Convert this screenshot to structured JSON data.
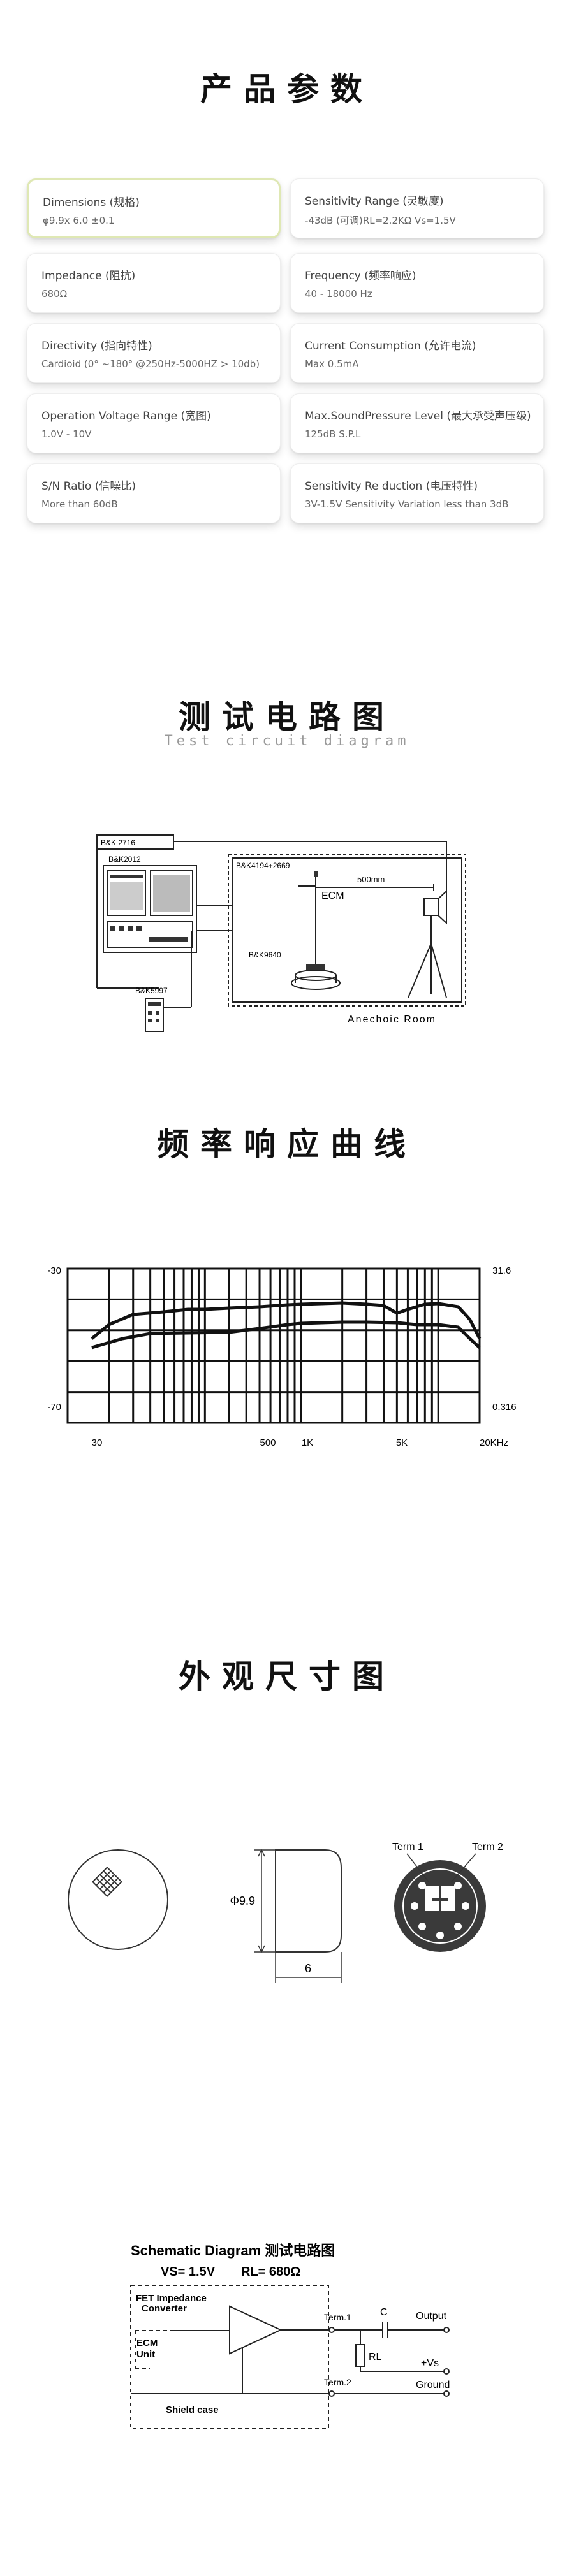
{
  "sections": {
    "params_title": "产品参数",
    "test_title": "测试电路图",
    "test_sub": "Test circuit diagram",
    "freq_title": "频率响应曲线",
    "dim_title": "外观尺寸图"
  },
  "params": [
    {
      "label": "Dimensions (规格)",
      "value": "φ9.9x 6.0 ±0.1"
    },
    {
      "label": "Sensitivity Range (灵敏度)",
      "value": "-43dB (可调)RL=2.2KΩ Vs=1.5V"
    },
    {
      "label": "Impedance (阻抗)",
      "value": "680Ω"
    },
    {
      "label": "Frequency (频率响应)",
      "value": "40 - 18000 Hz"
    },
    {
      "label": "Directivity (指向特性)",
      "value": "Cardioid (0° ~180° @250Hz-5000HZ > 10db)"
    },
    {
      "label": "Current Consumption (允许电流)",
      "value": "Max 0.5mA"
    },
    {
      "label": "Operation Voltage Range (宽图)",
      "value": "1.0V - 10V"
    },
    {
      "label": "Max.SoundPressure Level (最大承受声压级)",
      "value": "125dB S.P.L"
    },
    {
      "label": "S/N Ratio (信噪比)",
      "value": "More than 60dB"
    },
    {
      "label": "Sensitivity Re duction (电压特性)",
      "value": "3V-1.5V Sensitivity Variation less than 3dB"
    }
  ],
  "test_circuit": {
    "bk2716": "B&K 2716",
    "bk2012": "B&K2012",
    "bk4194": "B&K4194+2669",
    "distance": "500mm",
    "ecm": "ECM",
    "bk9640": "B&K9640",
    "bk5997": "B&K5997",
    "room": "Anechoic Room"
  },
  "freq_chart": {
    "y_left_top": "-30",
    "y_left_bottom": "-70",
    "y_right_top": "31.6",
    "y_right_bottom": "0.316",
    "x_labels": [
      "30",
      "500",
      "1K",
      "5K",
      "20KHz"
    ]
  },
  "dimensions": {
    "diameter": "Φ9.9",
    "height": "6",
    "term1": "Term 1",
    "term2": "Term 2"
  },
  "schematic": {
    "title": "Schematic Diagram 测试电路图",
    "vs": "VS= 1.5V",
    "rl": "RL= 680Ω",
    "fet": "FET Impedance",
    "converter": "Converter",
    "ecm": "ECM",
    "unit": "Unit",
    "shield": "Shield case",
    "term1": "Term.1",
    "term2": "Term.2",
    "c": "C",
    "rl_label": "RL",
    "output": "Output",
    "plus_vs": "+Vs",
    "ground": "Ground"
  }
}
